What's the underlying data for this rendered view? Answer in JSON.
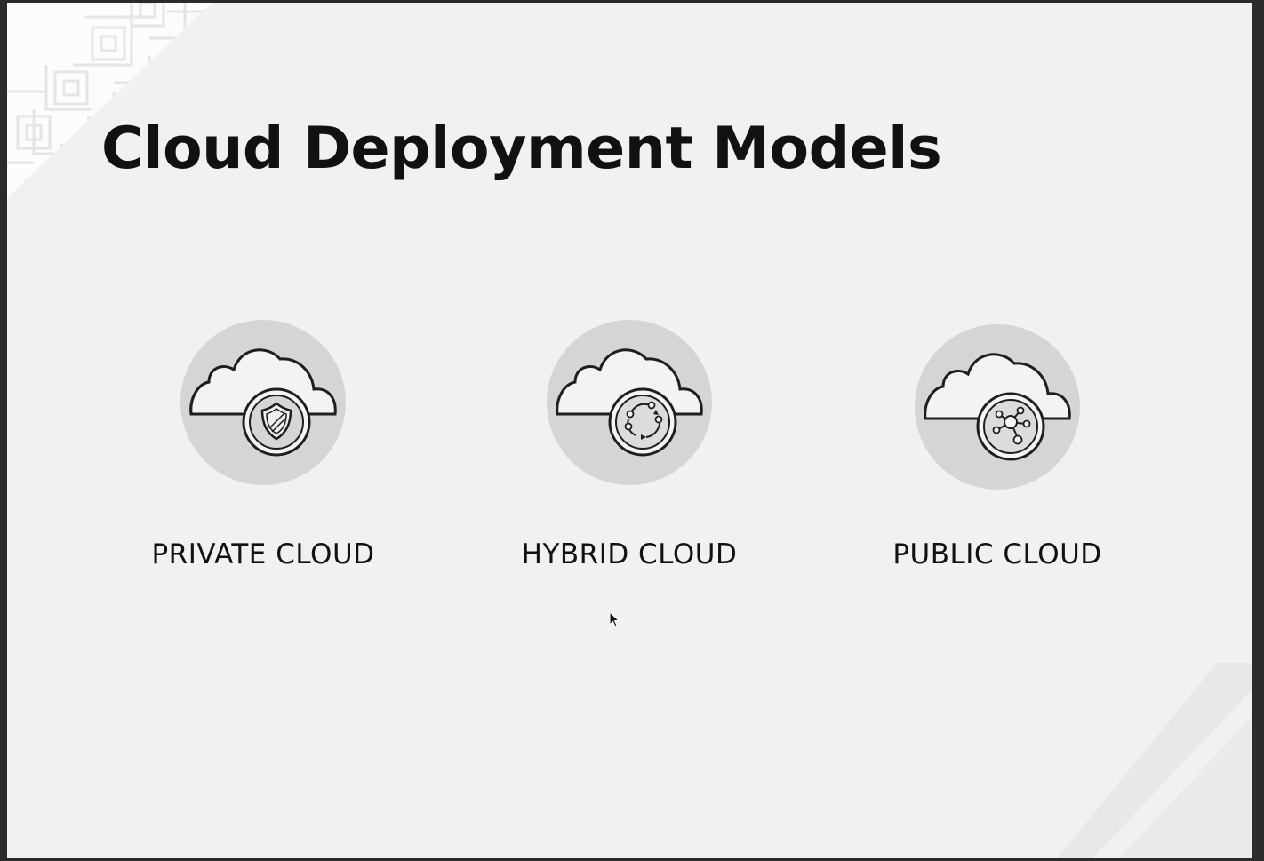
{
  "slide": {
    "title": "Cloud Deployment Models",
    "background_color": "#f1f1f1",
    "title_color": "#111111"
  },
  "models": [
    {
      "label": "PRIVATE CLOUD",
      "icon": "cloud-shield-icon"
    },
    {
      "label": "HYBRID CLOUD",
      "icon": "cloud-cycle-icon"
    },
    {
      "label": "PUBLIC CLOUD",
      "icon": "cloud-network-icon"
    }
  ],
  "icon_colors": {
    "circle": "#d4d4d4",
    "stroke": "#222222",
    "fill": "#f4f4f4"
  }
}
